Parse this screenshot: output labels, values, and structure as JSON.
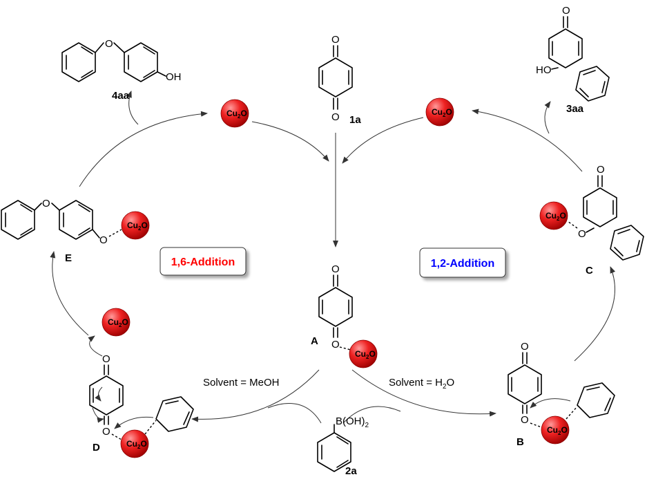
{
  "addition_16": "1,6-Addition",
  "addition_12": "1,2-Addition",
  "solvent_meoh": "Solvent = MeOH",
  "solvent_h2o_prefix": "Solvent = H",
  "solvent_h2o_sub": "2",
  "solvent_h2o_suffix": "O",
  "catalyst_base": "Cu",
  "catalyst_sub": "2",
  "catalyst_o": "O",
  "compounds": {
    "c1a": "1a",
    "c2a": "2a",
    "c3aa": "3aa",
    "c4aa": "4aa"
  },
  "intermediates": {
    "A": "A",
    "B": "B",
    "C": "C",
    "D": "D",
    "E": "E"
  },
  "atoms": {
    "O": "O",
    "OH": "OH",
    "HO": "HO",
    "boronic_prefix": "B(OH)",
    "boronic_sub": "2"
  },
  "colors": {
    "addition_16": "#ff0000",
    "addition_12": "#0000ff",
    "catalyst_sphere": "#e8111a"
  }
}
